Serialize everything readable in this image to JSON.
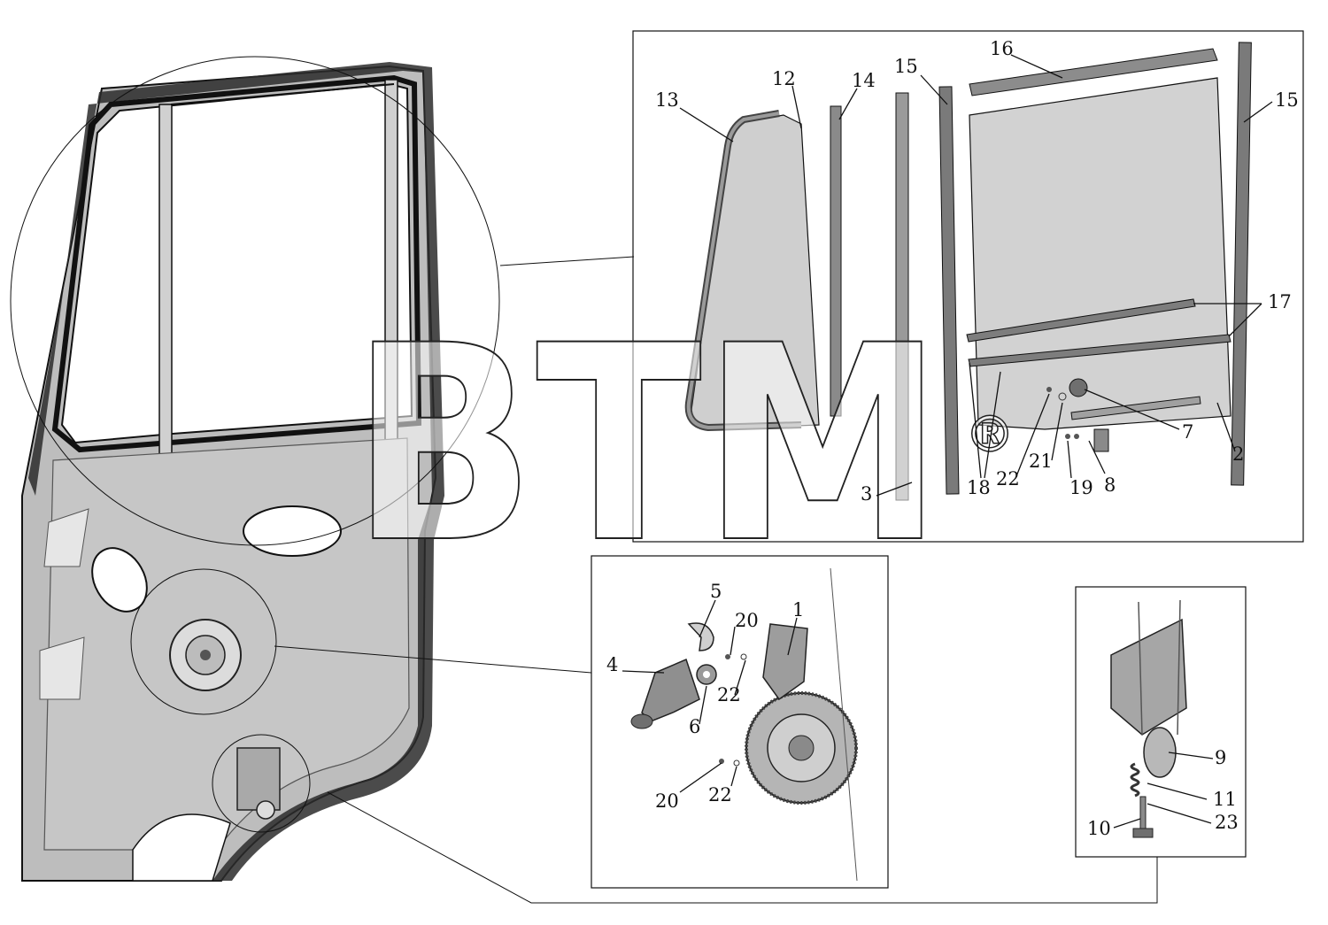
{
  "watermark": {
    "text": "BTM",
    "mark": "®"
  },
  "callouts": [
    {
      "id": "c13",
      "text": "13"
    },
    {
      "id": "c12",
      "text": "12"
    },
    {
      "id": "c14",
      "text": "14"
    },
    {
      "id": "c15a",
      "text": "15"
    },
    {
      "id": "c16",
      "text": "16"
    },
    {
      "id": "c15b",
      "text": "15"
    },
    {
      "id": "c17",
      "text": "17"
    },
    {
      "id": "c7",
      "text": "7"
    },
    {
      "id": "c2",
      "text": "2"
    },
    {
      "id": "c3",
      "text": "3"
    },
    {
      "id": "c18",
      "text": "18"
    },
    {
      "id": "c22a",
      "text": "22"
    },
    {
      "id": "c21",
      "text": "21"
    },
    {
      "id": "c19",
      "text": "19"
    },
    {
      "id": "c8",
      "text": "8"
    },
    {
      "id": "c5",
      "text": "5"
    },
    {
      "id": "c20a",
      "text": "20"
    },
    {
      "id": "c1",
      "text": "1"
    },
    {
      "id": "c4",
      "text": "4"
    },
    {
      "id": "c22b",
      "text": "22"
    },
    {
      "id": "c6",
      "text": "6"
    },
    {
      "id": "c20b",
      "text": "20"
    },
    {
      "id": "c22c",
      "text": "22"
    },
    {
      "id": "c9",
      "text": "9"
    },
    {
      "id": "c11",
      "text": "11"
    },
    {
      "id": "c23",
      "text": "23"
    },
    {
      "id": "c10",
      "text": "10"
    }
  ],
  "colors": {
    "outline": "#111111",
    "panel_gray": "#bdbdbd",
    "glass_gray": "#cfcfcf",
    "part_dark": "#6f6f6f",
    "watermark": "#d8d8d8"
  }
}
